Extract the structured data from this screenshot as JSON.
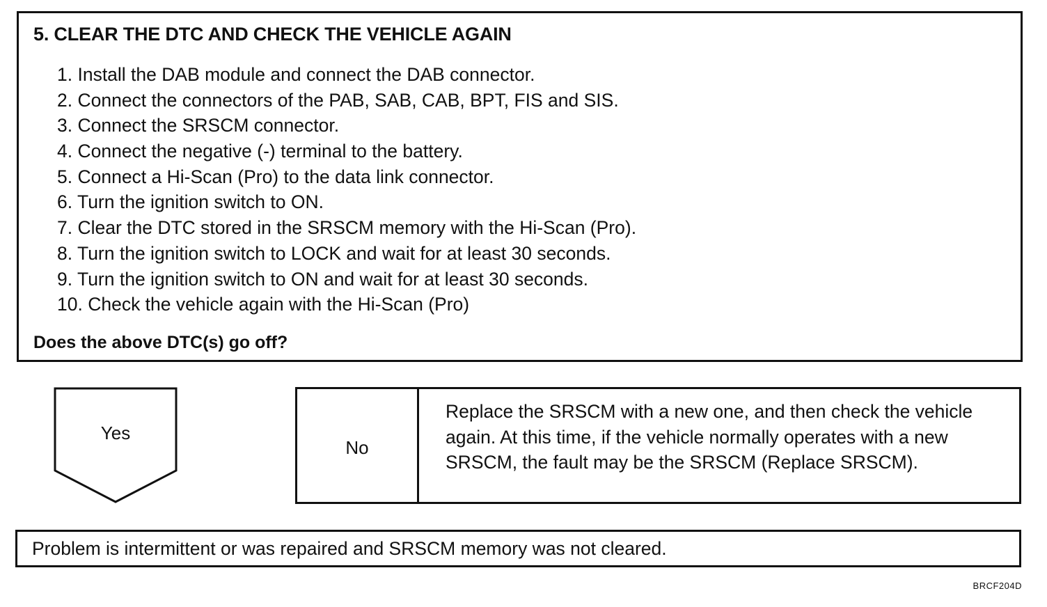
{
  "step": {
    "title": "5. CLEAR THE DTC AND CHECK THE VEHICLE AGAIN",
    "instructions": [
      "1. Install the DAB module and connect the DAB connector.",
      "2. Connect the connectors of the PAB, SAB, CAB, BPT, FIS and SIS.",
      "3. Connect the SRSCM connector.",
      "4. Connect the negative (-) terminal to the battery.",
      "5. Connect a Hi-Scan (Pro) to the data link connector.",
      "6. Turn the ignition switch to ON.",
      "7. Clear the DTC stored in the SRSCM memory with the Hi-Scan (Pro).",
      "8. Turn the ignition switch to LOCK and wait for at least 30 seconds.",
      "9. Turn the ignition switch to ON and wait for at least 30 seconds.",
      "10. Check the vehicle again with the Hi-Scan (Pro)"
    ],
    "question": "Does the above DTC(s) go off?"
  },
  "branches": {
    "yes_label": "Yes",
    "no_label": "No",
    "no_action": "Replace the SRSCM with a new one, and then check the vehicle again. At this time, if the vehicle normally operates with a new SRSCM, the fault may be the SRSCM (Replace SRSCM)."
  },
  "result": {
    "text": "Problem is intermittent or was repaired and SRSCM memory was not cleared."
  },
  "figure_code": "BRCF204D"
}
